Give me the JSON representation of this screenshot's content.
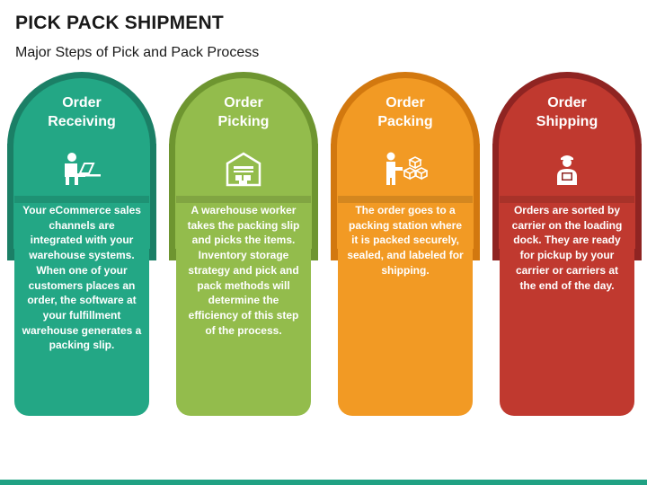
{
  "header": {
    "title": "PICK PACK SHIPMENT",
    "subtitle": "Major Steps of Pick and Pack Process"
  },
  "colors": {
    "receiving": "#23a785",
    "picking": "#93bc4c",
    "packing": "#f29a24",
    "shipping": "#c0392f",
    "accent_bar": "#20a183"
  },
  "steps": [
    {
      "heading_line1": "Order",
      "heading_line2": "Receiving",
      "icon": "person-at-laptop-icon",
      "description": "Your eCommerce sales channels are integrated with your warehouse systems. When one of your customers places an order, the software at your fulfillment warehouse generates a packing slip."
    },
    {
      "heading_line1": "Order",
      "heading_line2": "Picking",
      "icon": "warehouse-icon",
      "description": "A warehouse worker takes the packing slip and picks the items. Inventory storage strategy and pick and pack methods will determine the efficiency of this step of the process."
    },
    {
      "heading_line1": "Order",
      "heading_line2": "Packing",
      "icon": "person-with-boxes-icon",
      "description": "The order goes to a packing station where it is packed securely, sealed, and labeled for shipping."
    },
    {
      "heading_line1": "Order",
      "heading_line2": "Shipping",
      "icon": "delivery-person-icon",
      "description": "Orders are sorted by carrier on the loading dock. They are ready for pickup by your carrier or carriers at the end of the day."
    }
  ]
}
